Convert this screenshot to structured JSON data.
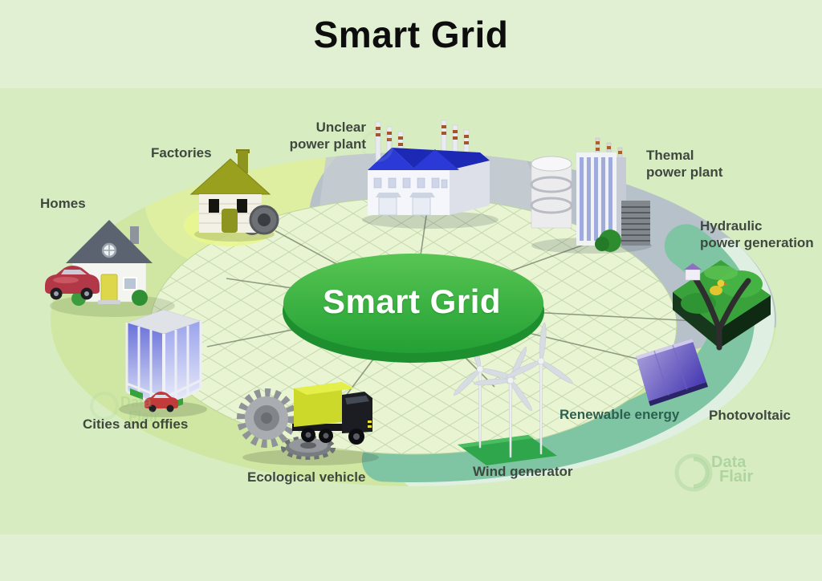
{
  "title": "Smart Grid",
  "center": {
    "label": "Smart Grid"
  },
  "nodes": {
    "homes": {
      "label": "Homes"
    },
    "factories": {
      "label": "Factories"
    },
    "nuclear": {
      "line1": "Unclear",
      "line2": "power plant"
    },
    "thermal": {
      "line1": "Themal",
      "line2": "power plant"
    },
    "hydraulic": {
      "line1": "Hydraulic",
      "line2": "power generation"
    },
    "photovoltaic": {
      "label": "Photovoltaic"
    },
    "renewable": {
      "label": "Renewable energy"
    },
    "wind": {
      "label": "Wind generator"
    },
    "eco_vehicle": {
      "label": "Ecological vehicle"
    },
    "cities": {
      "label": "Cities and offies"
    }
  },
  "watermark": {
    "line1": "Data",
    "line2": "Flair"
  },
  "colors": {
    "page_background": "#e1f0d3",
    "scene_background": "#d8ecc2",
    "platform_green": "#cfe7a2",
    "platform_gray": "#b7c1ca",
    "renewable_teal": "#7fc5a3",
    "center_green": "#2ba53a",
    "label_text": "#3e483e",
    "title_text": "#0d0d0d"
  }
}
